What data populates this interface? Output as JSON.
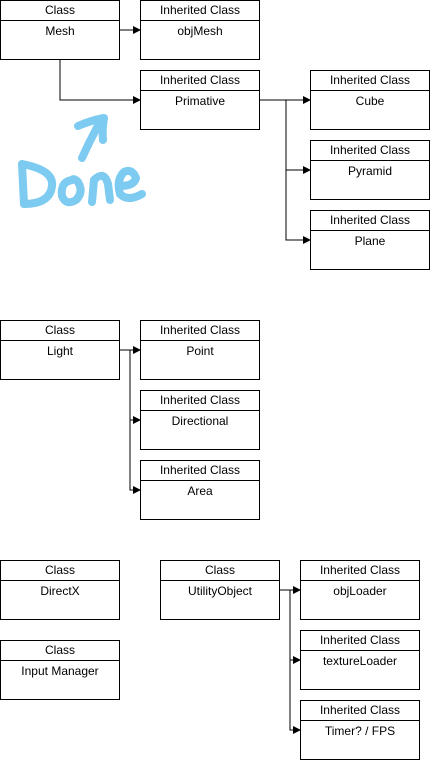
{
  "boxes": {
    "mesh": {
      "header": "Class",
      "name": "Mesh"
    },
    "objmesh": {
      "header": "Inherited Class",
      "name": "objMesh"
    },
    "primative": {
      "header": "Inherited Class",
      "name": "Primative"
    },
    "cube": {
      "header": "Inherited Class",
      "name": "Cube"
    },
    "pyramid": {
      "header": "Inherited Class",
      "name": "Pyramid"
    },
    "plane": {
      "header": "Inherited Class",
      "name": "Plane"
    },
    "light": {
      "header": "Class",
      "name": "Light"
    },
    "point": {
      "header": "Inherited Class",
      "name": "Point"
    },
    "directional": {
      "header": "Inherited Class",
      "name": "Directional"
    },
    "area": {
      "header": "Inherited Class",
      "name": "Area"
    },
    "directx": {
      "header": "Class",
      "name": "DirectX"
    },
    "input": {
      "header": "Class",
      "name": "Input Manager"
    },
    "utility": {
      "header": "Class",
      "name": "UtilityObject"
    },
    "objloader": {
      "header": "Inherited Class",
      "name": "objLoader"
    },
    "textureloader": {
      "header": "Inherited Class",
      "name": "textureLoader"
    },
    "timer": {
      "header": "Inherited Class",
      "name": "Timer? / FPS"
    }
  },
  "annotation": {
    "text": "Done",
    "color": "#7ecbf2"
  },
  "colors": {
    "line": "#000000",
    "border": "#000000"
  }
}
